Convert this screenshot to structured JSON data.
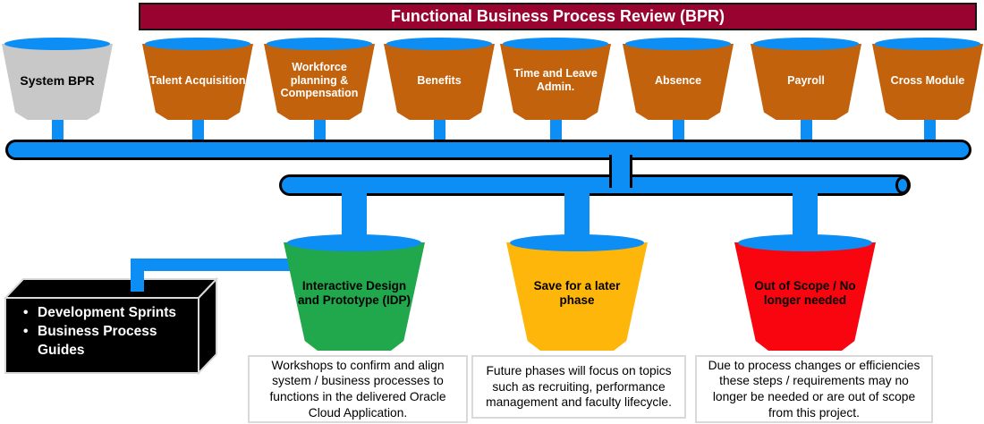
{
  "title": "Functional Business Process Review (BPR)",
  "colors": {
    "banner_maroon": "#99032F",
    "pipe_blue": "#0C8EF4",
    "funnel_orange": "#C2620D",
    "funnel_gray": "#C8C8C8",
    "bucket_green": "#21A84C",
    "bucket_yellow": "#FFB60A",
    "bucket_red": "#F90510",
    "box_black": "#000000"
  },
  "funnels": [
    {
      "label": "System BPR"
    },
    {
      "label": "Talent Acquisition"
    },
    {
      "label": "Workforce planning & Compensation"
    },
    {
      "label": "Benefits"
    },
    {
      "label": "Time and Leave Admin."
    },
    {
      "label": "Absence"
    },
    {
      "label": "Payroll"
    },
    {
      "label": "Cross Module"
    }
  ],
  "outcomes": [
    {
      "label": "Interactive Design and Prototype (IDP)",
      "note": "Workshops to confirm and align system / business processes to functions in the delivered Oracle Cloud Application.",
      "color": "#21A84C"
    },
    {
      "label": "Save for a later phase",
      "note": "Future phases will focus on topics such as recruiting, performance management and faculty lifecycle.",
      "color": "#FFB60A"
    },
    {
      "label": "Out of Scope / No longer needed",
      "note": "Due to process changes or efficiencies these steps / requirements may no longer be needed or are out of scope from this project.",
      "color": "#F90510"
    }
  ],
  "deliverables": {
    "items": [
      "Development Sprints",
      "Business Process Guides"
    ]
  }
}
